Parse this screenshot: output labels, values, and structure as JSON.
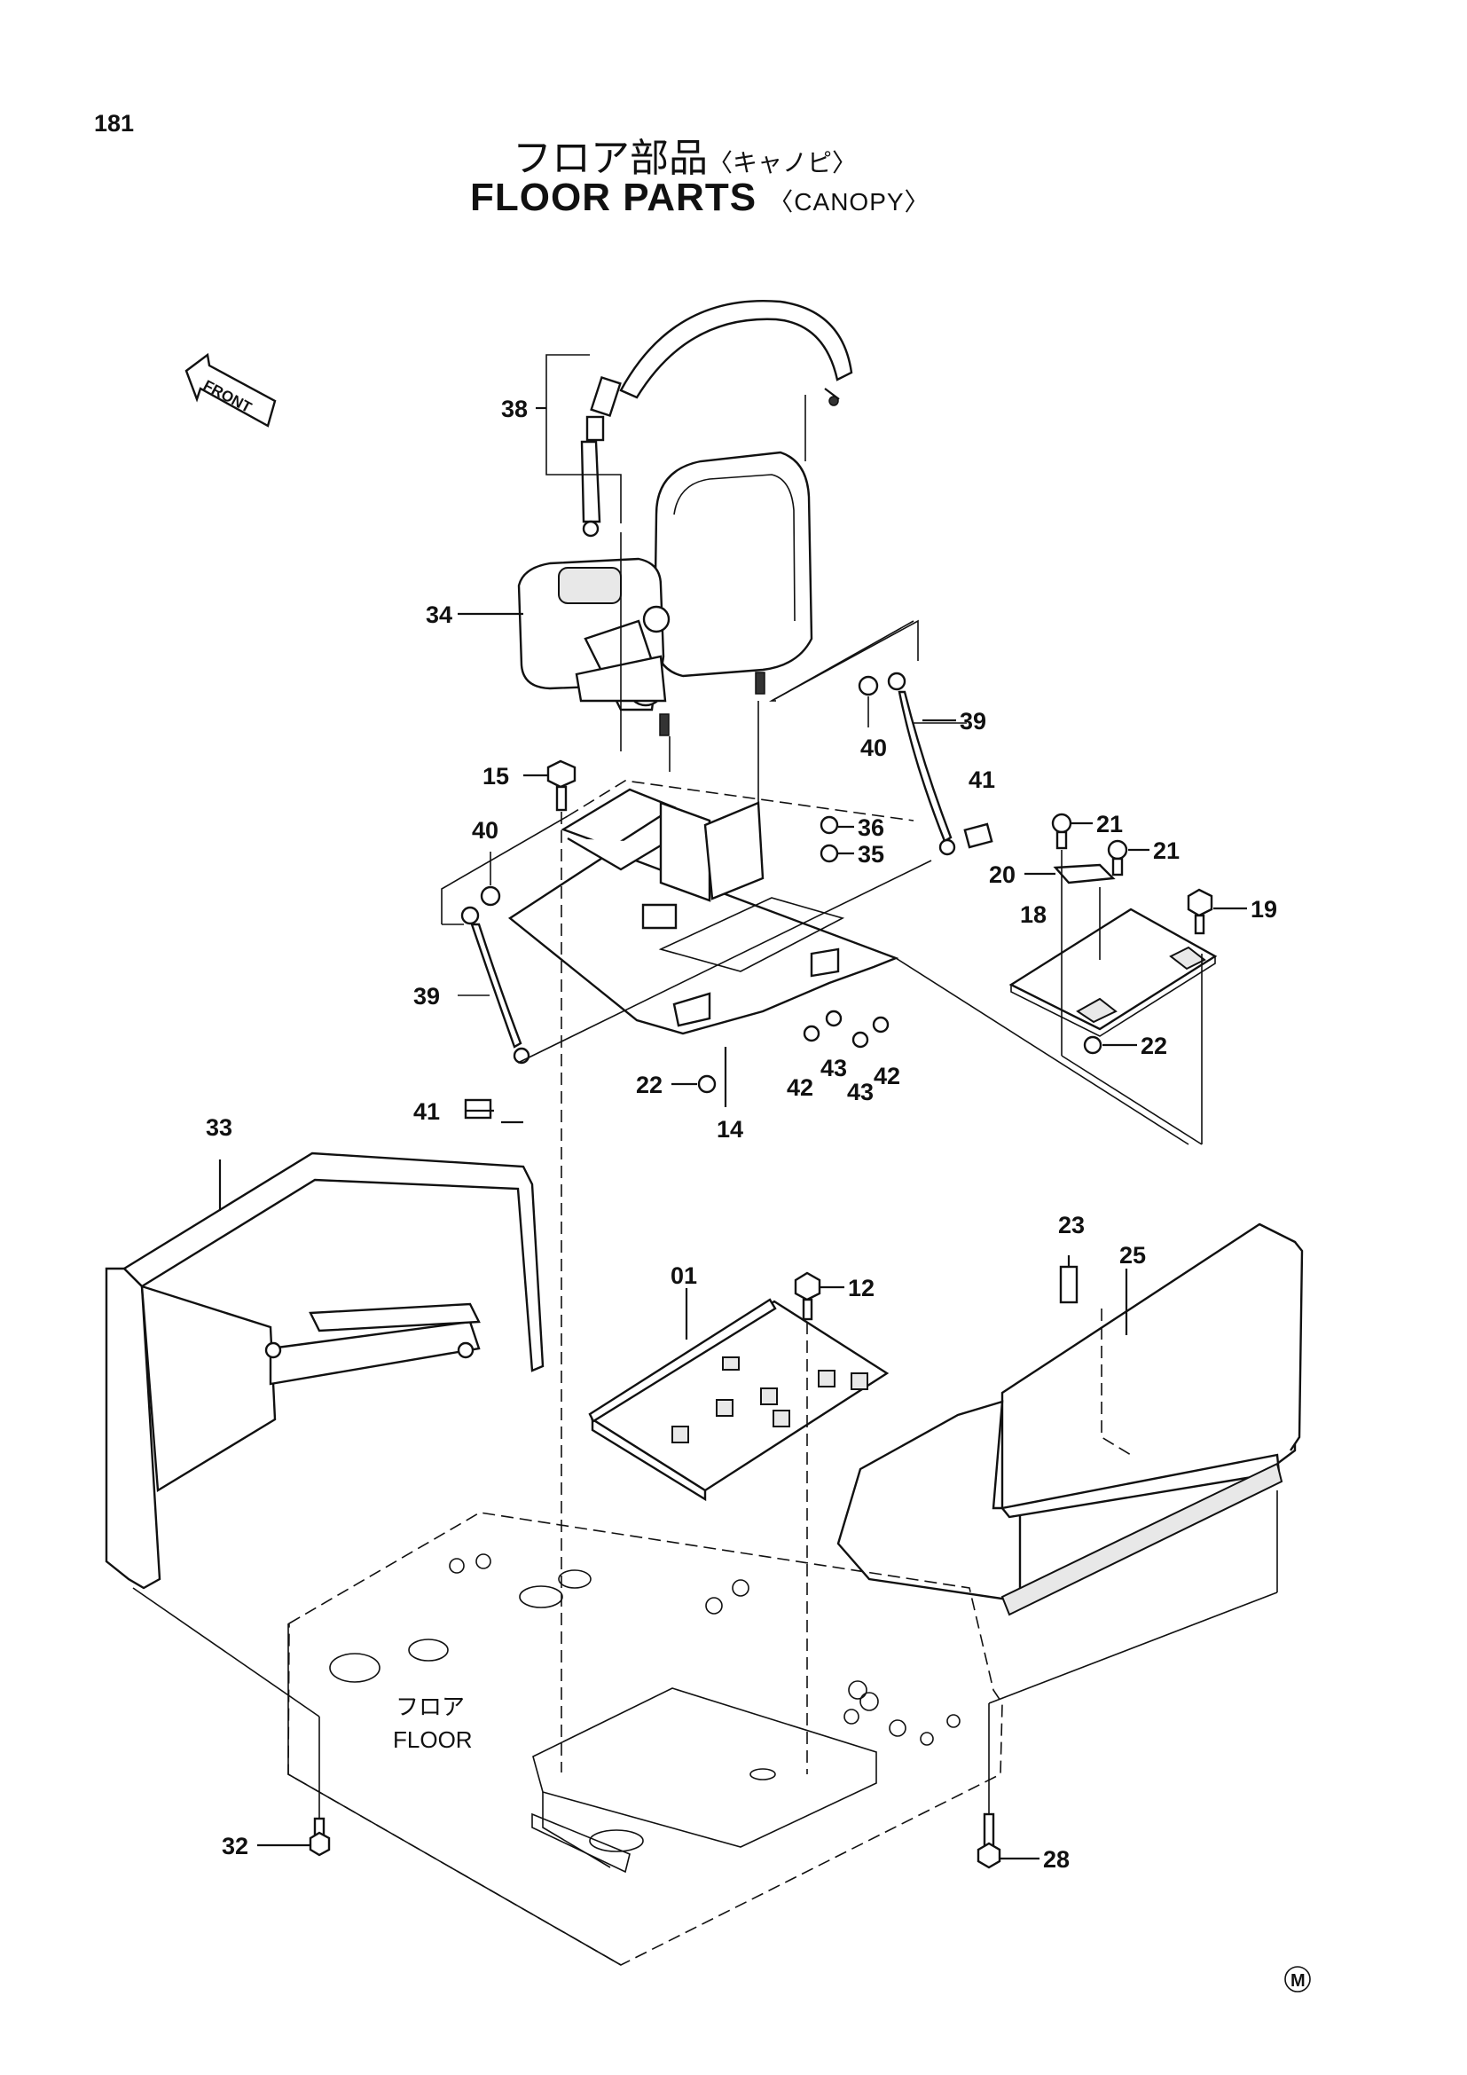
{
  "page": {
    "number": "181"
  },
  "title": {
    "jp": "フロア部品",
    "jp_sub": "〈キャノピ〉",
    "en": "FLOOR  PARTS",
    "en_sub": "〈CANOPY〉"
  },
  "front_label": "FRONT",
  "floor_label": {
    "jp": "フロア",
    "en": "FLOOR"
  },
  "mark": "M",
  "callouts": {
    "c38": "38",
    "c34": "34",
    "c39a": "39",
    "c40a": "40",
    "c41a": "41",
    "c15": "15",
    "c40b": "40",
    "c36": "36",
    "c35": "35",
    "c21a": "21",
    "c21b": "21",
    "c20": "20",
    "c18": "18",
    "c19": "19",
    "c39b": "39",
    "c22a": "22",
    "c42a": "42",
    "c43a": "43",
    "c43b": "43",
    "c42b": "42",
    "c22b": "22",
    "c41b": "41",
    "c14": "14",
    "c33": "33",
    "c23": "23",
    "c25": "25",
    "c01": "01",
    "c12": "12",
    "c32": "32",
    "c28": "28"
  }
}
